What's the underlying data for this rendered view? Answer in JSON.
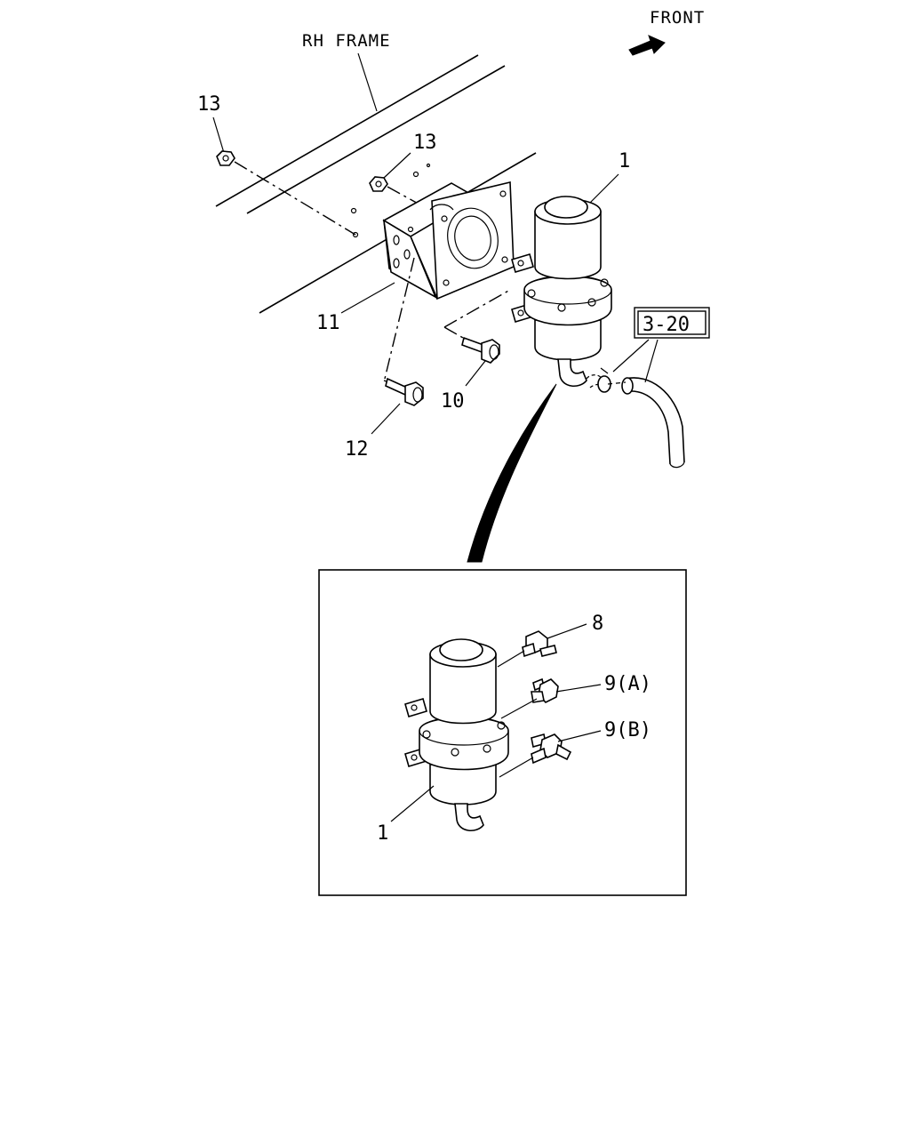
{
  "labels": {
    "front": "FRONT",
    "rh_frame": "RH FRAME",
    "ref_box": "3-20",
    "callout_13a": "13",
    "callout_13b": "13",
    "callout_1_top": "1",
    "callout_11": "11",
    "callout_10": "10",
    "callout_12": "12",
    "callout_8": "8",
    "callout_9a": "9(A)",
    "callout_9b": "9(B)",
    "callout_1_detail": "1"
  },
  "icons": {
    "front_arrow": "arrow-right-icon"
  },
  "colors": {
    "line": "#000000",
    "background": "#ffffff"
  }
}
